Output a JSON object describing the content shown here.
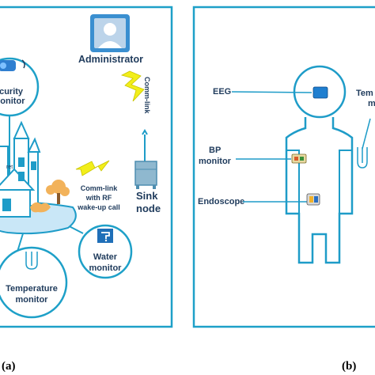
{
  "panel_a": {
    "caption": "(a)",
    "administrator": "Administrator",
    "comm_link_top": "Comm-link",
    "comm_link_rf_line1": "Comm-link",
    "comm_link_rf_line2": "with RF",
    "comm_link_rf_line3": "wake-up call",
    "sink_node_line1": "Sink",
    "sink_node_line2": "node",
    "security_line1": "ecurity",
    "security_line2": "monitor",
    "water_line1": "Water",
    "water_line2": "monitor",
    "temperature_line1": "Temperature",
    "temperature_line2": "monitor",
    "small_text": "ret"
  },
  "panel_b": {
    "caption": "(b)",
    "eeg": "EEG",
    "bp_line1": "BP",
    "bp_line2": "monitor",
    "endoscope": "Endoscope",
    "temp_line1": "Tem",
    "temp_line2": "m"
  },
  "colors": {
    "border": "#1ea0c8",
    "label": "#1f3b5c",
    "lightning": "#f2ee1a",
    "house": "#1e9cc8",
    "tree": "#f2b25a"
  }
}
